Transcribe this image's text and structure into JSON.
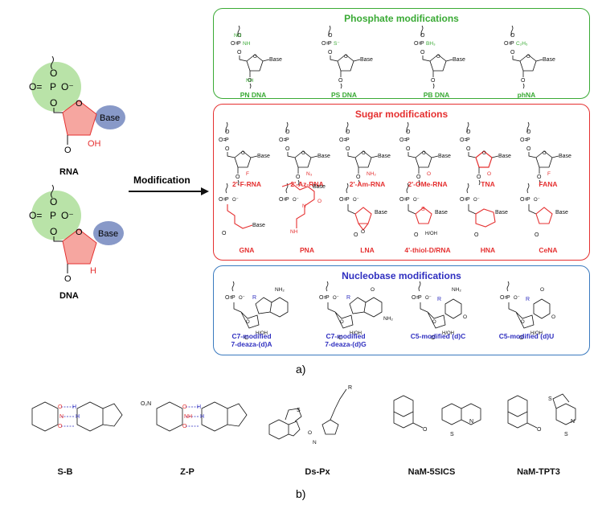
{
  "colors": {
    "phosphate": "#3aaa35",
    "sugar": "#e53030",
    "nucleobase": "#2f2fc0",
    "phosphate_fill": "#b9e3a8",
    "sugar_fill": "#f6a6a0",
    "base_fill": "#8899c8",
    "ink": "#111111"
  },
  "left": {
    "rna_label": "RNA",
    "dna_label": "DNA",
    "arrow_label": "Modification",
    "base": "Base",
    "oh": "OH",
    "h": "H",
    "o": "O",
    "o_minus": "O⁻",
    "p": "P",
    "o_dbl": "O="
  },
  "phosphate_panel": {
    "title": "Phosphate modifications",
    "items": [
      "PN DNA",
      "PS DNA",
      "PB DNA",
      "phNA"
    ],
    "groups": [
      "NH",
      "S⁻",
      "BH₃",
      "C₂H₅"
    ],
    "nh": "NH"
  },
  "sugar_panel": {
    "title": "Sugar modifications",
    "items": [
      "2'-F-RNA",
      "2'-Az-RNA",
      "2'-Am-RNA",
      "2'-OMe-RNA",
      "TNA",
      "FANA",
      "GNA",
      "PNA",
      "LNA",
      "4'-thiol-D/RNA",
      "HNA",
      "CeNA"
    ],
    "subs": [
      "F",
      "N₃",
      "NH₂",
      "O",
      "O",
      "F"
    ],
    "thio": "S",
    "nh": "NH",
    "n": "N",
    "hoh": "H/OH"
  },
  "nucleobase_panel": {
    "title": "Nucleobase modifications",
    "items": [
      "C7-modified\n7-deaza-(d)A",
      "C7-modified\n7-deaza-(d)G",
      "C5-modified (d)C",
      "C5-modified (d)U"
    ],
    "r": "R",
    "nh2": "NH₂",
    "hoh": "H/OH",
    "n": "N",
    "o": "O"
  },
  "part_b": {
    "items": [
      "S-B",
      "Z-P",
      "Ds-Px",
      "NaM-5SICS",
      "NaM-TPT3"
    ],
    "no2": "O₂N",
    "r": "R",
    "n": "N",
    "s": "S",
    "o": "O",
    "nh": "NH",
    "h": "H"
  },
  "captions": {
    "a": "a)",
    "b": "b)"
  }
}
